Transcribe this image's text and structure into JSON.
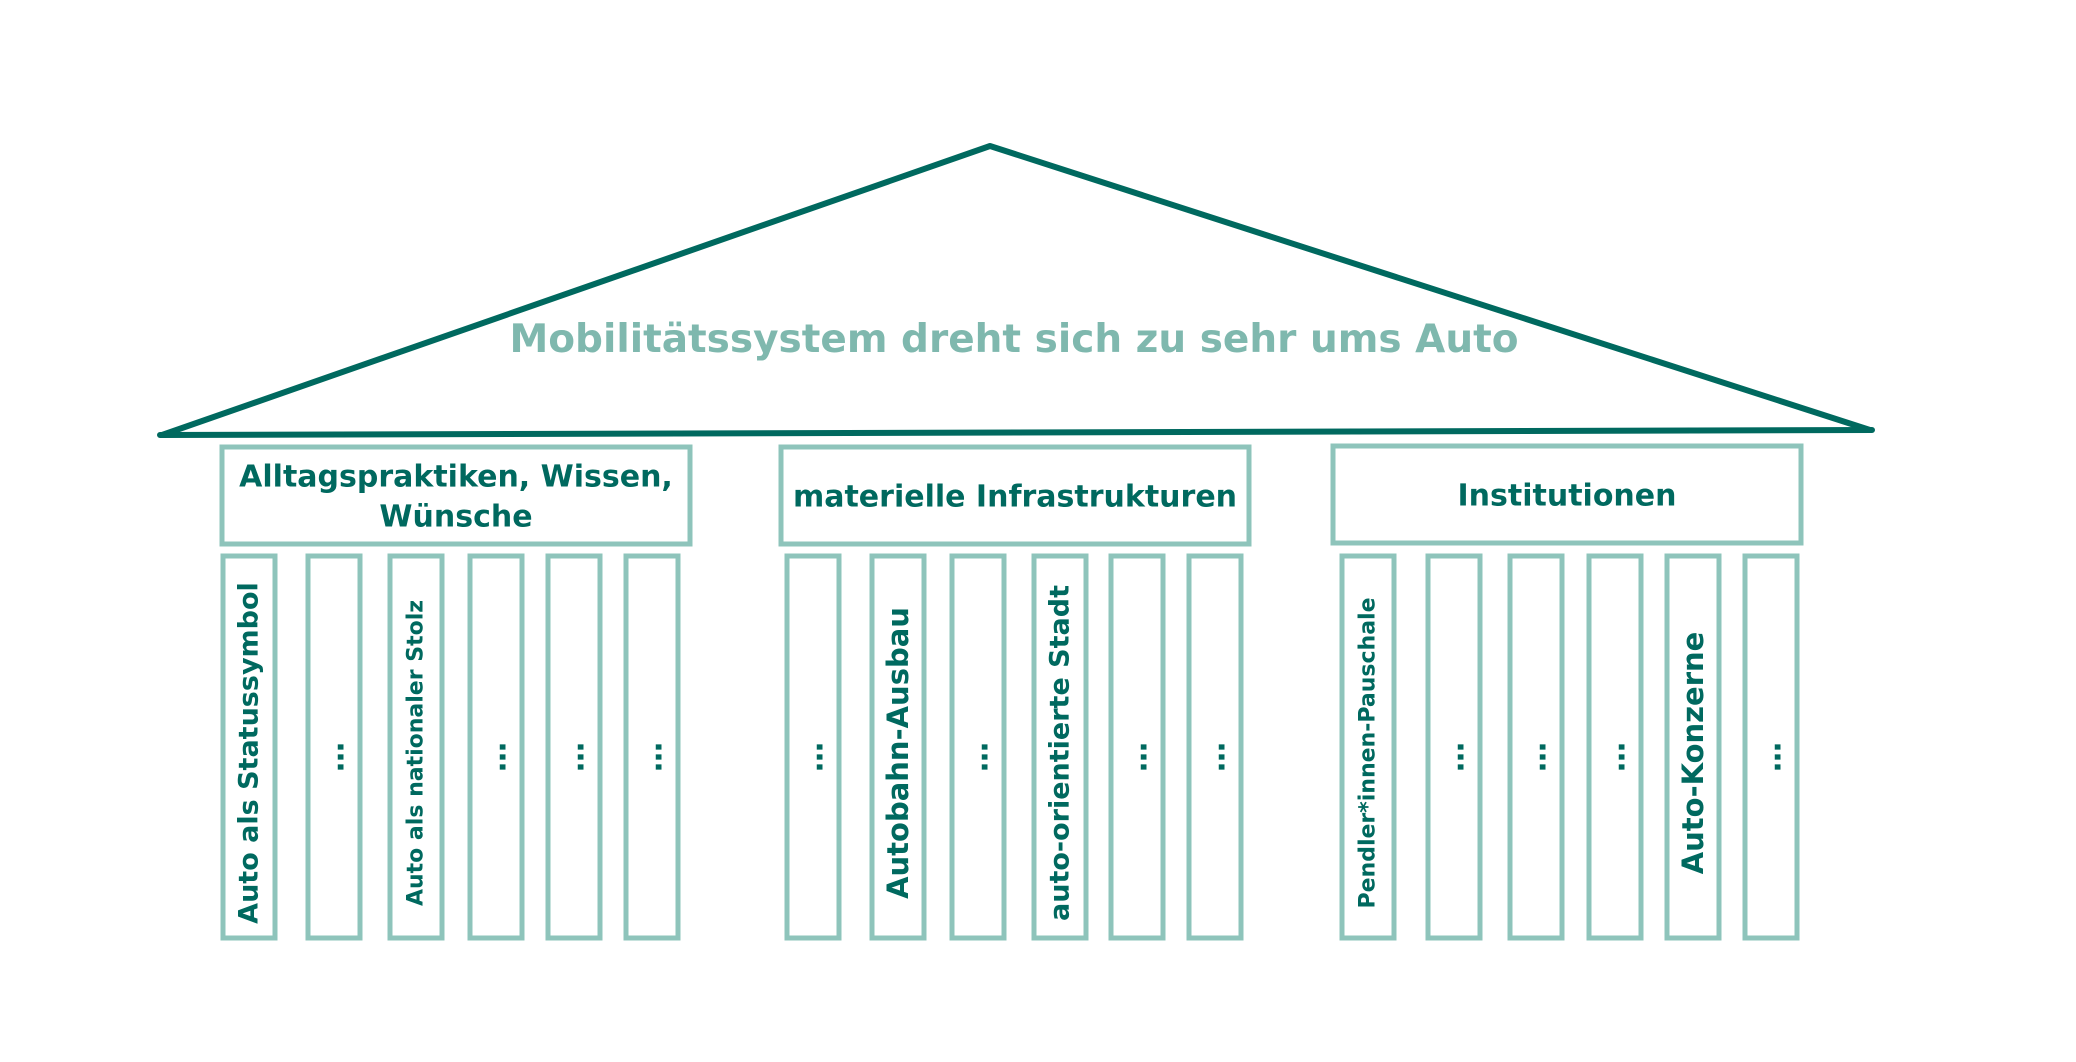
{
  "title": "Mobilitätssystem dreht sich zu sehr ums Auto",
  "colors": {
    "roof_stroke": "#00695f",
    "title_text": "#7fb8ae",
    "box_stroke": "#8ec4bb",
    "label_text": "#00695f"
  },
  "groups": [
    {
      "label_lines": [
        "Alltagspraktiken, Wissen,",
        "Wünsche"
      ],
      "pillars": [
        "Auto als Statussymbol",
        "…",
        "Auto als nationaler Stolz",
        "…",
        "…",
        "…"
      ]
    },
    {
      "label_lines": [
        "materielle Infrastrukturen"
      ],
      "pillars": [
        "…",
        "Autobahn-Ausbau",
        "…",
        "auto-orientierte Stadt",
        "…",
        "…"
      ]
    },
    {
      "label_lines": [
        "Institutionen"
      ],
      "pillars": [
        "Pendler*innen-Pauschale",
        "…",
        "…",
        "…",
        "Auto-Konzerne",
        "…"
      ]
    }
  ]
}
